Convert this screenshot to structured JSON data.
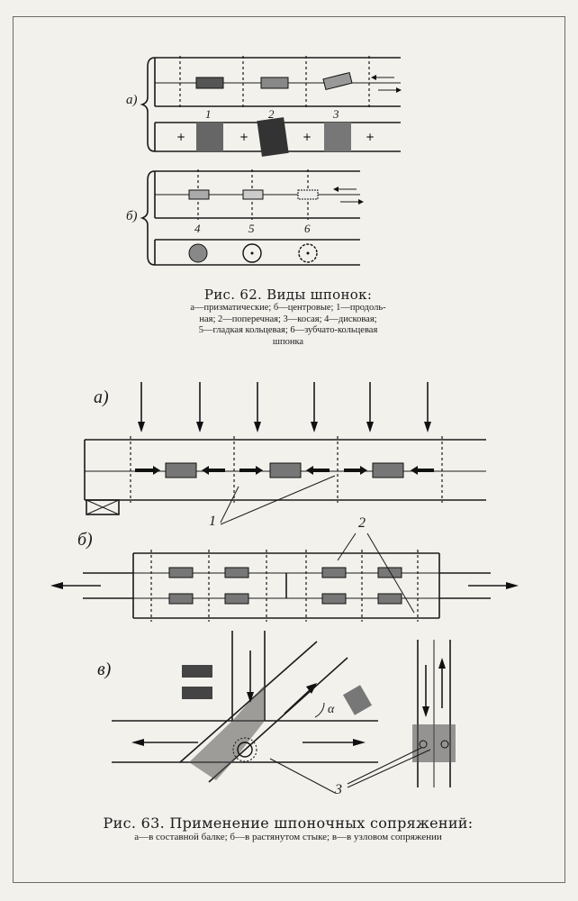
{
  "fig62": {
    "title": "Рис. 62. Виды шпонок:",
    "legend_line1": "а—призматические; б—центровые; 1—продоль-",
    "legend_line2": "ная; 2—поперечная; 3—косая; 4—дисковая;",
    "legend_line3": "5—гладкая кольцевая; 6—зубчато-кольцевая",
    "legend_line4": "шпонка",
    "label_a": "а)",
    "label_b": "б)",
    "num1": "1",
    "num2": "2",
    "num3": "3",
    "num4": "4",
    "num5": "5",
    "num6": "6"
  },
  "fig63": {
    "title": "Рис. 63. Применение шпоночных сопряжений:",
    "legend": "а—в составной балке; б—в растянутом стыке; в—в узловом сопряжении",
    "label_a": "а)",
    "label_b": "б)",
    "label_v": "в)",
    "num1": "1",
    "num2": "2",
    "num3": "3",
    "alpha": "α"
  }
}
